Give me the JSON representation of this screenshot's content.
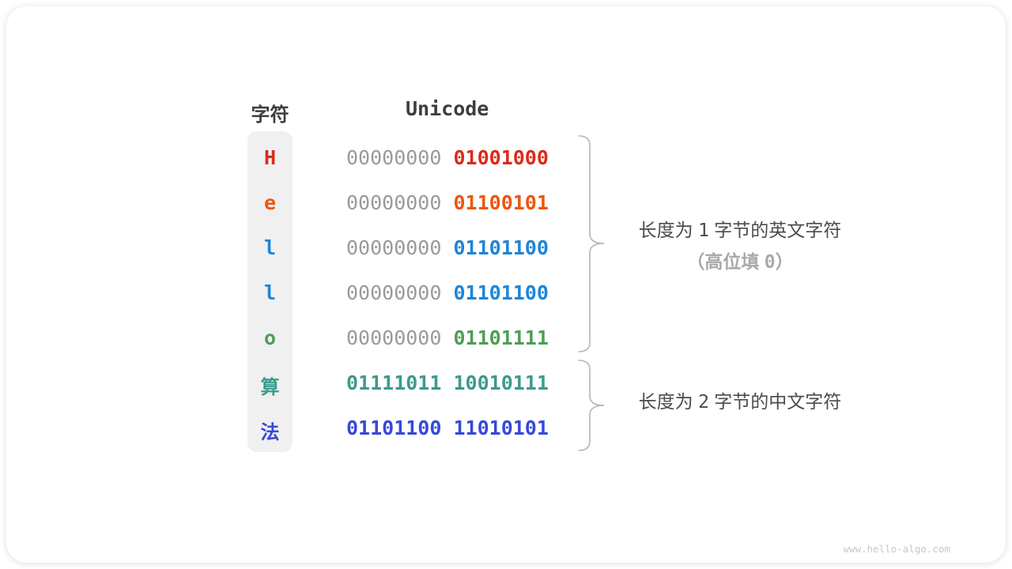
{
  "header": {
    "char": "字符",
    "unicode": "Unicode"
  },
  "table": {
    "rows": [
      {
        "char": "H",
        "cjk": false,
        "color": "#dc2a1a",
        "byte_high": {
          "text": "00000000",
          "color": "#9a9a9a",
          "bold": false
        },
        "byte_low": {
          "text": "01001000",
          "color": "#dc2a1a",
          "bold": true
        }
      },
      {
        "char": "e",
        "cjk": false,
        "color": "#ec560e",
        "byte_high": {
          "text": "00000000",
          "color": "#9a9a9a",
          "bold": false
        },
        "byte_low": {
          "text": "01100101",
          "color": "#ec560e",
          "bold": true
        }
      },
      {
        "char": "l",
        "cjk": false,
        "color": "#1f85d6",
        "byte_high": {
          "text": "00000000",
          "color": "#9a9a9a",
          "bold": false
        },
        "byte_low": {
          "text": "01101100",
          "color": "#1f85d6",
          "bold": true
        }
      },
      {
        "char": "l",
        "cjk": false,
        "color": "#1f85d6",
        "byte_high": {
          "text": "00000000",
          "color": "#9a9a9a",
          "bold": false
        },
        "byte_low": {
          "text": "01101100",
          "color": "#1f85d6",
          "bold": true
        }
      },
      {
        "char": "o",
        "cjk": false,
        "color": "#4f9e54",
        "byte_high": {
          "text": "00000000",
          "color": "#9a9a9a",
          "bold": false
        },
        "byte_low": {
          "text": "01101111",
          "color": "#4f9e54",
          "bold": true
        }
      },
      {
        "char": "算",
        "cjk": true,
        "color": "#3c9a8c",
        "byte_high": {
          "text": "01111011",
          "color": "#3c9a8c",
          "bold": true
        },
        "byte_low": {
          "text": "10010111",
          "color": "#3c9a8c",
          "bold": true
        }
      },
      {
        "char": "法",
        "cjk": true,
        "color": "#3649d9",
        "byte_high": {
          "text": "01101100",
          "color": "#3649d9",
          "bold": true
        },
        "byte_low": {
          "text": "11010101",
          "color": "#3649d9",
          "bold": true
        }
      }
    ]
  },
  "annotations": {
    "group1": {
      "pre": "长度为 ",
      "num": "1",
      "post": " 字节的英文字符"
    },
    "group1_sub": {
      "pre": "（高位填 ",
      "num": "0",
      "post": "）"
    },
    "group2": {
      "pre": "长度为 ",
      "num": "2",
      "post": " 字节的中文字符"
    }
  },
  "watermark": "www.hello-algo.com",
  "colors": {
    "row_bg": "#f0f0f0",
    "text_dark": "#3d3d3d",
    "muted": "#9a9a9a",
    "label": "#4b4b4b",
    "label_muted": "#a9a9a9",
    "brace": "#b5b5b5",
    "watermark": "#c9c9c9"
  }
}
